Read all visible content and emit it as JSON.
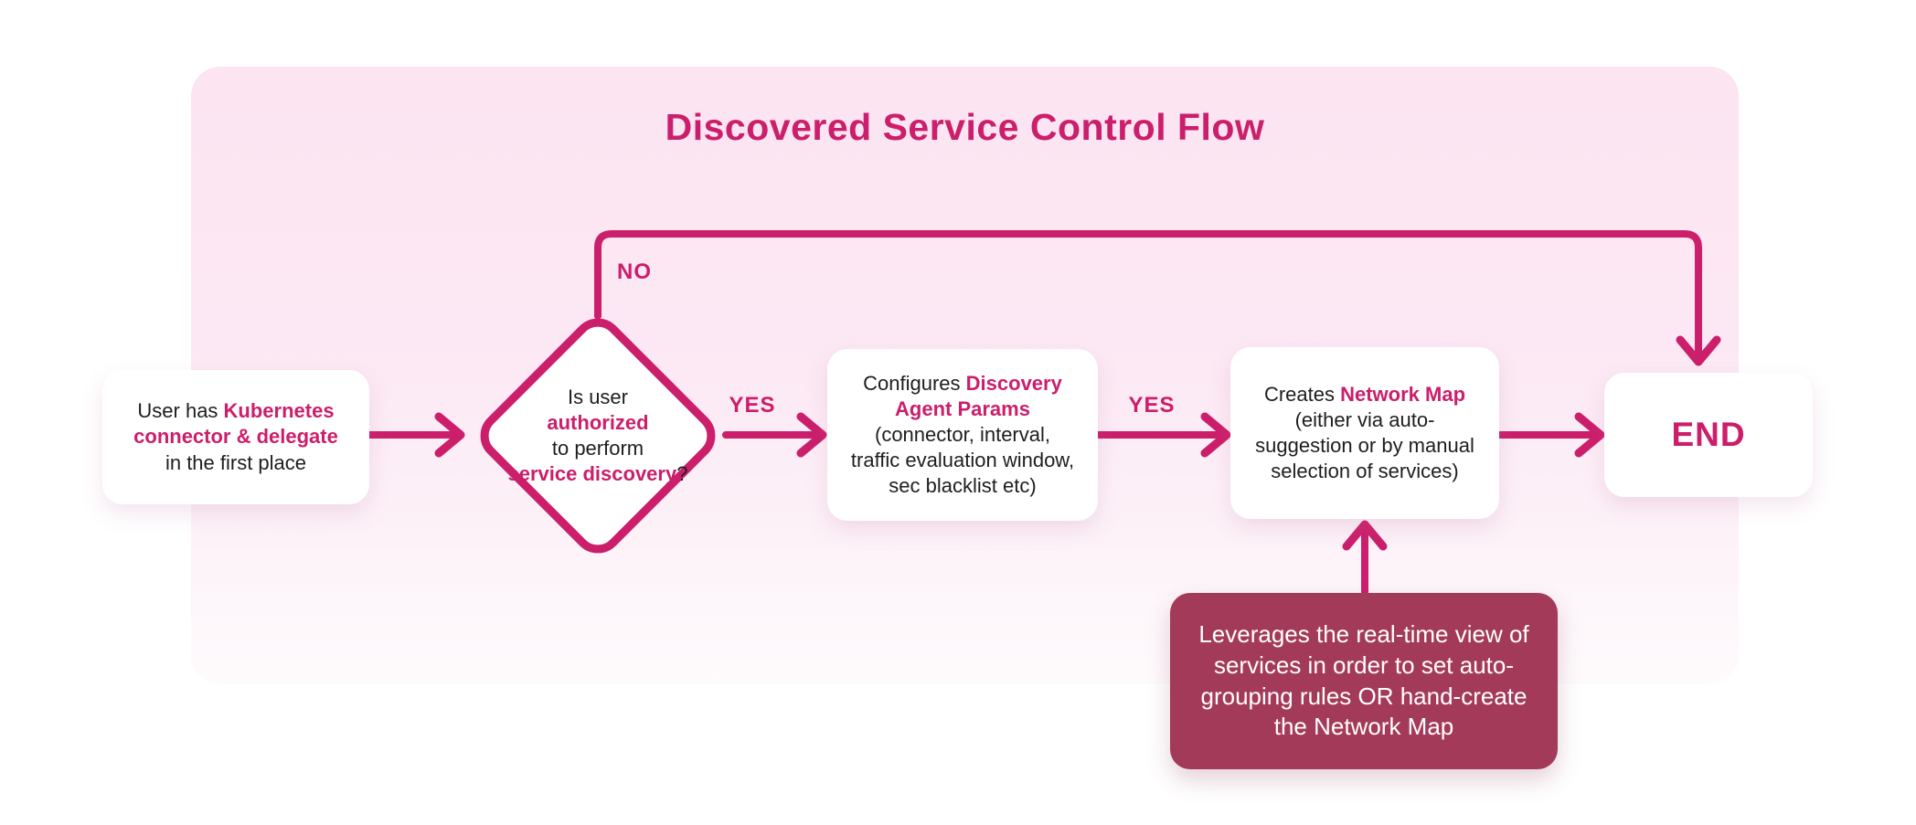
{
  "title": "Discovered Service Control Flow",
  "colors": {
    "accent": "#cb1e6b",
    "note_bg": "#a43a59",
    "note_text": "#ffffff",
    "node_bg": "#ffffff",
    "node_text": "#1e1e20",
    "panel_top": "#fce4f1",
    "panel_bottom": "#fefbfd",
    "canvas_bg": "#ffffff"
  },
  "edge_labels": {
    "yes_1": "YES",
    "yes_2": "YES",
    "no": "NO"
  },
  "nodes": {
    "start": {
      "lines": [
        [
          {
            "t": "User has ",
            "h": false
          },
          {
            "t": "Kubernetes",
            "h": true
          }
        ],
        [
          {
            "t": "connector & delegate",
            "h": true
          }
        ],
        [
          {
            "t": "in the first place",
            "h": false
          }
        ]
      ]
    },
    "decision": {
      "lines": [
        [
          {
            "t": "Is user",
            "h": false
          }
        ],
        [
          {
            "t": "authorized",
            "h": true
          }
        ],
        [
          {
            "t": "to perform",
            "h": false
          }
        ],
        [
          {
            "t": "service discovery",
            "h": true
          },
          {
            "t": "?",
            "h": false
          }
        ]
      ]
    },
    "configure": {
      "lines": [
        [
          {
            "t": "Configures ",
            "h": false
          },
          {
            "t": "Discovery",
            "h": true
          }
        ],
        [
          {
            "t": "Agent Params",
            "h": true
          }
        ],
        [
          {
            "t": "(connector, interval,",
            "h": false
          }
        ],
        [
          {
            "t": "traffic evaluation window,",
            "h": false
          }
        ],
        [
          {
            "t": "sec blacklist etc)",
            "h": false
          }
        ]
      ]
    },
    "create_map": {
      "lines": [
        [
          {
            "t": "Creates ",
            "h": false
          },
          {
            "t": "Network Map",
            "h": true
          }
        ],
        [
          {
            "t": "(either via auto-",
            "h": false
          }
        ],
        [
          {
            "t": "suggestion or by manual",
            "h": false
          }
        ],
        [
          {
            "t": "selection of services)",
            "h": false
          }
        ]
      ]
    },
    "end": {
      "label": "END"
    },
    "note": {
      "lines": [
        [
          {
            "t": "Leverages the real-time view of",
            "h": false
          }
        ],
        [
          {
            "t": "services in order to set auto-",
            "h": false
          }
        ],
        [
          {
            "t": "grouping rules OR hand-create",
            "h": false
          }
        ],
        [
          {
            "t": "the Network Map",
            "h": false
          }
        ]
      ]
    }
  }
}
